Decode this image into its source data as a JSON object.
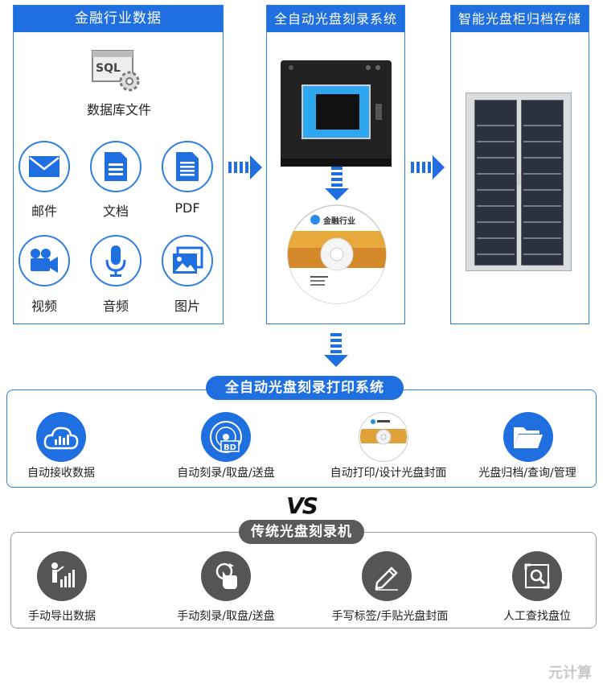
{
  "panels": {
    "data": "金融行业数据",
    "recorder": "全自动光盘刻录系统",
    "cabinet": "智能光盘柜归档存储"
  },
  "data_items": {
    "db": "数据库文件",
    "db_icon_text": "SQL",
    "mail": "邮件",
    "doc": "文档",
    "pdf": "PDF",
    "video": "视频",
    "audio": "音频",
    "image": "图片"
  },
  "disc": {
    "brand": "金融行业"
  },
  "auto_system": {
    "title": "全自动光盘刻录打印系统",
    "items": [
      "自动接收数据",
      "自动刻录/取盘/送盘",
      "自动打印/设计光盘封面",
      "光盘归档/查询/管理"
    ],
    "bd_text": "BD"
  },
  "vs": "VS",
  "traditional": {
    "title": "传统光盘刻录机",
    "items": [
      "手动导出数据",
      "手动刻录/取盘/送盘",
      "手写标签/手贴光盘封面",
      "人工查找盘位"
    ]
  },
  "watermark": "元计算",
  "colors": {
    "accent": "#1f6fe0",
    "gray": "#555555"
  }
}
